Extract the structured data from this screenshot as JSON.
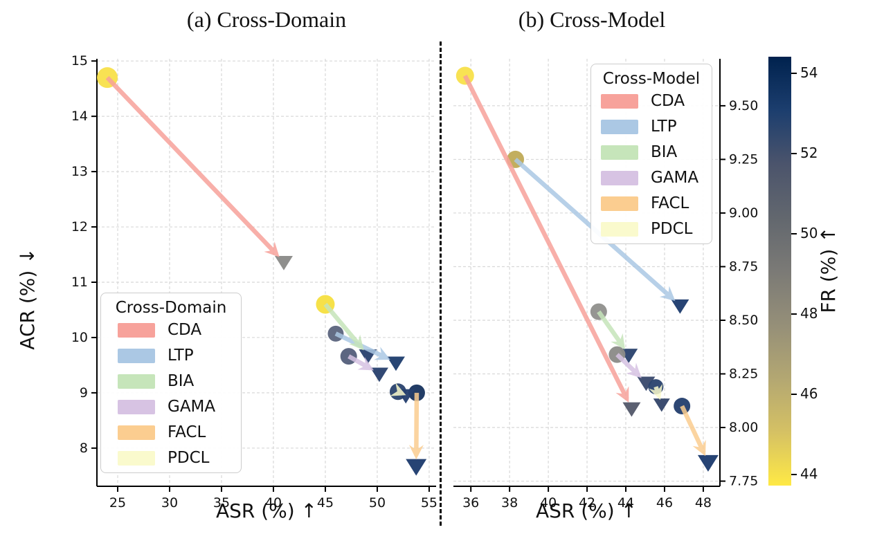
{
  "figure": {
    "background": "#ffffff"
  },
  "chart_data": [
    {
      "id": "a",
      "type": "scatter-arrows",
      "title": "(a) Cross-Domain",
      "xlabel": "ASR (%) ↑",
      "ylabel": "ACR (%) ↓",
      "legend_title": "Cross-Domain",
      "legend_position": "lower-left",
      "grid": true,
      "xlim": [
        23.0,
        55.67
      ],
      "ylim": [
        7.31,
        15.04
      ],
      "xticks": [
        {
          "v": 25,
          "label": "25"
        },
        {
          "v": 30,
          "label": "30"
        },
        {
          "v": 35,
          "label": "35"
        },
        {
          "v": 40,
          "label": "40"
        },
        {
          "v": 45,
          "label": "45"
        },
        {
          "v": 50,
          "label": "50"
        },
        {
          "v": 55,
          "label": "55"
        }
      ],
      "yticks": [
        {
          "v": 8,
          "label": "8"
        },
        {
          "v": 9,
          "label": "9"
        },
        {
          "v": 10,
          "label": "10"
        },
        {
          "v": 11,
          "label": "11"
        },
        {
          "v": 12,
          "label": "12"
        },
        {
          "v": 13,
          "label": "13"
        },
        {
          "v": 14,
          "label": "14"
        },
        {
          "v": 15,
          "label": "15"
        }
      ],
      "series": [
        {
          "name": "CDA",
          "arrow_color": "#f7a29b",
          "start": {
            "asr": 24.0,
            "acr": 14.7,
            "fr": 44.0,
            "color": "#f8e14c",
            "r": 15
          },
          "end": {
            "asr": 41.0,
            "acr": 11.37,
            "fr": 49.5,
            "color": "#8a8a88",
            "tri": 13
          }
        },
        {
          "name": "LTP",
          "arrow_color": "#abc8e4",
          "start": {
            "asr": 46.0,
            "acr": 10.07,
            "fr": 51.0,
            "color": "#5d667f",
            "r": 11.5
          },
          "end": {
            "asr": 51.8,
            "acr": 9.55,
            "fr": 54.0,
            "color": "#1f3e6e",
            "tri": 13
          }
        },
        {
          "name": "BIA",
          "arrow_color": "#c6e5ba",
          "start": {
            "asr": 45.0,
            "acr": 10.6,
            "fr": 44.5,
            "color": "#f6e042",
            "r": 13.5
          },
          "end": {
            "asr": 49.1,
            "acr": 9.68,
            "fr": 53.5,
            "color": "#2a426e",
            "tri": 13
          }
        },
        {
          "name": "GAMA",
          "arrow_color": "#d7c3e3",
          "start": {
            "asr": 47.25,
            "acr": 9.66,
            "fr": 51.5,
            "color": "#55607c",
            "r": 12
          },
          "end": {
            "asr": 50.2,
            "acr": 9.35,
            "fr": 53.5,
            "color": "#2a426e",
            "tri": 13
          }
        },
        {
          "name": "FACL",
          "arrow_color": "#fbcd90",
          "start": {
            "asr": 53.8,
            "acr": 9.0,
            "fr": 54.0,
            "color": "#19345f",
            "r": 12
          },
          "end": {
            "asr": 53.75,
            "acr": 7.68,
            "fr": 54.0,
            "color": "#1e3c6e",
            "tri": 15
          }
        },
        {
          "name": "PDCL",
          "arrow_color": "#fafacd",
          "start": {
            "asr": 52.0,
            "acr": 9.02,
            "fr": 52.5,
            "color": "#2c456f",
            "r": 12
          },
          "end": {
            "asr": 52.75,
            "acr": 8.96,
            "fr": 53.5,
            "color": "#24406e",
            "tri": 13
          }
        }
      ]
    },
    {
      "id": "b",
      "type": "scatter-arrows",
      "title": "(b) Cross-Model",
      "xlabel": "ASR (%) ↑",
      "ylabel": "",
      "legend_title": "Cross-Model",
      "legend_position": "upper-right",
      "grid": true,
      "xlim": [
        35.1,
        48.86
      ],
      "ylim": [
        7.726,
        9.719
      ],
      "xticks": [
        {
          "v": 36,
          "label": "36"
        },
        {
          "v": 38,
          "label": "38"
        },
        {
          "v": 40,
          "label": "40"
        },
        {
          "v": 42,
          "label": "42"
        },
        {
          "v": 44,
          "label": "44"
        },
        {
          "v": 46,
          "label": "46"
        },
        {
          "v": 48,
          "label": "48"
        }
      ],
      "yticks": [
        {
          "v": 7.75,
          "label": "7.75"
        },
        {
          "v": 8.0,
          "label": "8.00"
        },
        {
          "v": 8.25,
          "label": "8.25"
        },
        {
          "v": 8.5,
          "label": "8.50"
        },
        {
          "v": 8.75,
          "label": "8.75"
        },
        {
          "v": 9.0,
          "label": "9.00"
        },
        {
          "v": 9.25,
          "label": "9.25"
        },
        {
          "v": 9.5,
          "label": "9.50"
        }
      ],
      "series": [
        {
          "name": "CDA",
          "arrow_color": "#f7a29b",
          "start": {
            "asr": 35.7,
            "acr": 9.64,
            "fr": 44.0,
            "color": "#f8e14c",
            "r": 13
          },
          "end": {
            "asr": 44.3,
            "acr": 8.09,
            "fr": 50.5,
            "color": "#54596b",
            "tri": 13
          }
        },
        {
          "name": "LTP",
          "arrow_color": "#abc8e4",
          "start": {
            "asr": 38.3,
            "acr": 9.25,
            "fr": 46.5,
            "color": "#c0ab58",
            "r": 12.5
          },
          "end": {
            "asr": 46.8,
            "acr": 8.57,
            "fr": 54.0,
            "color": "#1e3c6e",
            "tri": 13
          }
        },
        {
          "name": "BIA",
          "arrow_color": "#c6e5ba",
          "start": {
            "asr": 42.6,
            "acr": 8.54,
            "fr": 49.0,
            "color": "#91918e",
            "r": 12
          },
          "end": {
            "asr": 44.15,
            "acr": 8.34,
            "fr": 53.0,
            "color": "#2c446e",
            "tri": 13
          }
        },
        {
          "name": "GAMA",
          "arrow_color": "#d7c3e3",
          "start": {
            "asr": 43.55,
            "acr": 8.34,
            "fr": 49.5,
            "color": "#8b8b88",
            "r": 12
          },
          "end": {
            "asr": 45.05,
            "acr": 8.21,
            "fr": 52.5,
            "color": "#3a4a6d",
            "tri": 13
          }
        },
        {
          "name": "FACL",
          "arrow_color": "#fbcd90",
          "start": {
            "asr": 46.9,
            "acr": 8.1,
            "fr": 54.0,
            "color": "#24406e",
            "r": 12
          },
          "end": {
            "asr": 48.25,
            "acr": 7.84,
            "fr": 54.0,
            "color": "#1e3c6e",
            "tri": 15
          }
        },
        {
          "name": "PDCL",
          "arrow_color": "#fafacd",
          "start": {
            "asr": 45.55,
            "acr": 8.19,
            "fr": 52.5,
            "color": "#2c456f",
            "r": 11
          },
          "end": {
            "asr": 45.85,
            "acr": 8.11,
            "fr": 53.0,
            "color": "#34466a",
            "tri": 12
          }
        }
      ]
    }
  ],
  "colorbar": {
    "label": "FR (%) ↑",
    "range": [
      43.7,
      54.4
    ],
    "ticks": [
      {
        "v": 44,
        "label": "44"
      },
      {
        "v": 46,
        "label": "46"
      },
      {
        "v": 48,
        "label": "48"
      },
      {
        "v": 50,
        "label": "50"
      },
      {
        "v": 52,
        "label": "52"
      },
      {
        "v": 54,
        "label": "54"
      }
    ],
    "gradient_top_to_bottom": [
      "#00224e",
      "#1c3e6e",
      "#4b546c",
      "#62676e",
      "#7b7a76",
      "#958f78",
      "#b3a772",
      "#d5c164",
      "#ffe945"
    ]
  }
}
